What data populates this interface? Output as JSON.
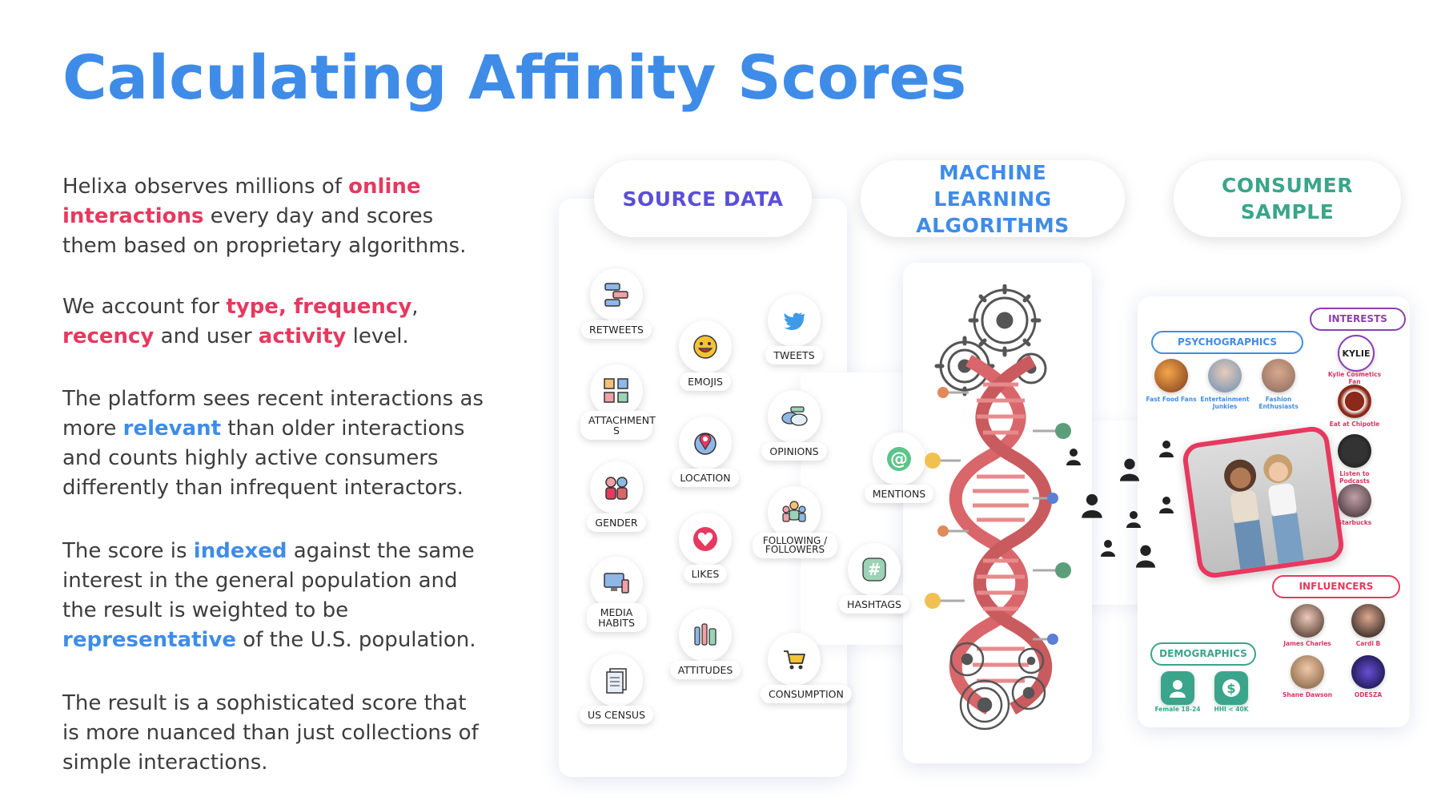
{
  "title": "Calculating Affinity Scores",
  "paragraphs": {
    "p1": {
      "a": "Helixa observes millions of ",
      "b": "online interactions",
      "c": " every day and scores them based on proprietary algorithms."
    },
    "p2": {
      "a": "We account for ",
      "b": "type",
      "c": ", ",
      "d": "frequency",
      "e": ", ",
      "f": "recency",
      "g": " and user ",
      "h": "activity",
      "i": " level."
    },
    "p3": {
      "a": "The platform sees recent interactions as more ",
      "b": "relevant",
      "c": " than older interactions and counts highly active consumers differently than infrequent interactors."
    },
    "p4": {
      "a": "The score is ",
      "b": "indexed",
      "c": " against the same interest in the general population and the result is weighted to be ",
      "d": "representative",
      "e": " of the U.S. population."
    },
    "p5": {
      "a": "The result is a sophisticated score that is more nuanced than just collections of simple interactions."
    }
  },
  "headers": {
    "source": "SOURCE DATA",
    "ml": "MACHINE LEARNING ALGORITHMS",
    "consumer": "CONSUMER SAMPLE"
  },
  "source_items": {
    "retweets": "RETWEETS",
    "attachments": "ATTACHMENT S",
    "gender": "GENDER",
    "media": "MEDIA HABITS",
    "census": "US CENSUS",
    "emojis": "EMOJIS",
    "location": "LOCATION",
    "likes": "LIKES",
    "attitudes": "ATTITUDES",
    "tweets": "TWEETS",
    "opinions": "OPINIONS",
    "following": "FOLLOWING / FOLLOWERS",
    "consumption": "CONSUMPTION",
    "mentions": "MENTIONS",
    "hashtags": "HASHTAGS"
  },
  "consumer": {
    "psychographics": "PSYCHOGRAPHICS",
    "interests": "INTERESTS",
    "influencers": "INFLUENCERS",
    "demographics": "DEMOGRAPHICS",
    "psych_items": [
      "Fast Food Fans",
      "Entertainment Junkies",
      "Fashion Enthusiasts"
    ],
    "interest_items": [
      "Kylie Cosmetics Fan",
      "Eat at Chipotle",
      "Listen to Podcasts",
      "Starbucks"
    ],
    "influencer_items": [
      "James Charles",
      "Cardi B",
      "Shane Dawson",
      "ODESZA"
    ],
    "demo_items": [
      "Female 18-24",
      "HHI < 40K"
    ],
    "kylie_logo": "KYLIE"
  },
  "colors": {
    "title": "#3f8ce8",
    "highlight_red": "#e6395f",
    "highlight_blue": "#3f8ce8",
    "source_header": "#5b4fd6",
    "ml_header": "#3f8ce8",
    "consumer_header": "#3aa58a",
    "psychographics": "#3f8ce8",
    "interests": "#8b3fb5",
    "influencers": "#e6395f",
    "demographics": "#3aa58a",
    "dna": "#d9666a"
  }
}
